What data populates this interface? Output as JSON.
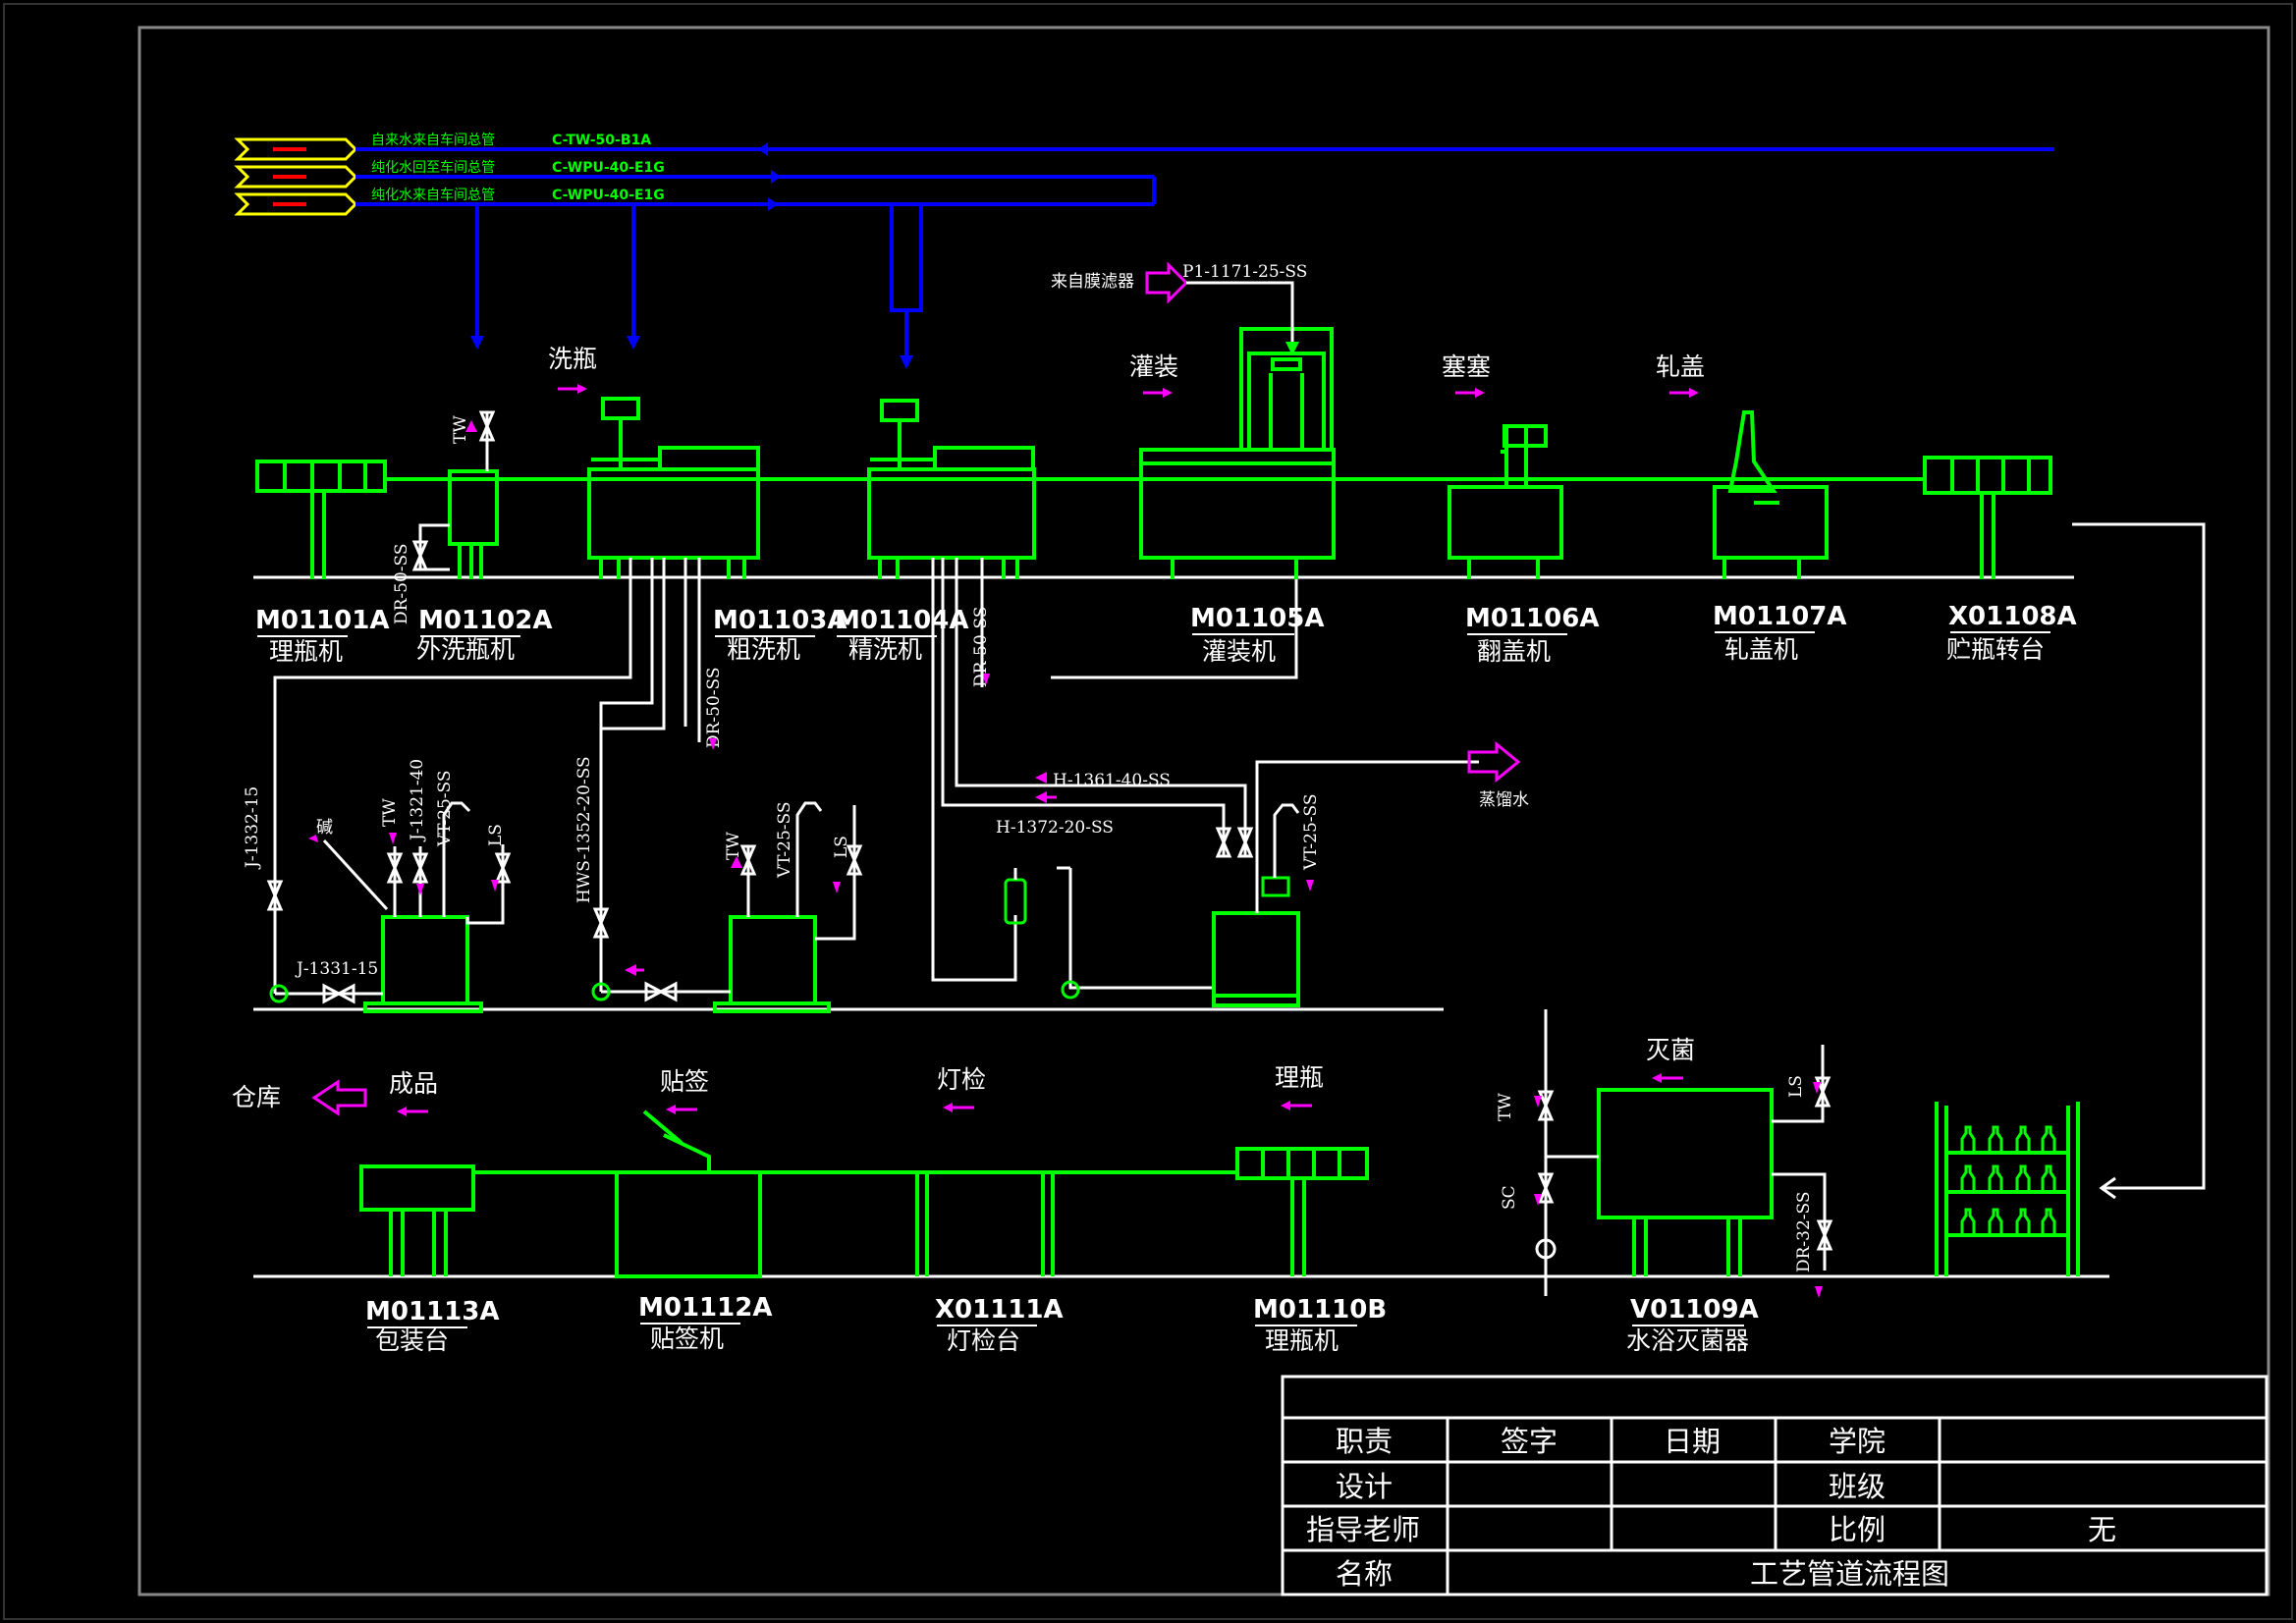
{
  "legend": {
    "lines": [
      {
        "desc": "自来水来自车间总管",
        "code": "C-TW-50-B1A"
      },
      {
        "desc": "纯化水回至车间总管",
        "code": "C-WPU-40-E1G"
      },
      {
        "desc": "纯化水来自车间总管",
        "code": "C-WPU-40-E1G"
      }
    ]
  },
  "process_labels": {
    "wash": "洗瓶",
    "fill": "灌装",
    "stopper": "塞塞",
    "cap": "轧盖",
    "sterilize": "灭菌",
    "product": "成品",
    "label": "贴签",
    "inspect": "灯检",
    "arrange": "理瓶",
    "warehouse": "仓库"
  },
  "sources": {
    "membrane": "来自膜滤器",
    "membrane_line": "P1-1171-25-SS",
    "distilled": "蒸馏水",
    "alkali": "碱"
  },
  "equipment_top": [
    {
      "code": "M01101A",
      "name": "理瓶机"
    },
    {
      "code": "M01102A",
      "name": "外洗瓶机"
    },
    {
      "code": "M01103A",
      "name": "粗洗机"
    },
    {
      "code": "M01104A",
      "name": "精洗机"
    },
    {
      "code": "M01105A",
      "name": "灌装机"
    },
    {
      "code": "M01106A",
      "name": "翻盖机"
    },
    {
      "code": "M01107A",
      "name": "轧盖机"
    },
    {
      "code": "X01108A",
      "name": "贮瓶转台"
    }
  ],
  "equipment_bottom": [
    {
      "code": "M01113A",
      "name": "包装台"
    },
    {
      "code": "M01112A",
      "name": "贴签机"
    },
    {
      "code": "X01111A",
      "name": "灯检台"
    },
    {
      "code": "M01110B",
      "name": "理瓶机"
    },
    {
      "code": "V01109A",
      "name": "水浴灭菌器"
    }
  ],
  "pipe_tags": {
    "tw1": "TW",
    "dr1": "DR-50-SS",
    "dr2": "DR-50-SS",
    "dr3": "DR-50-SS",
    "j1332": "J-1332-15",
    "j1331": "J-1331-15",
    "tw2": "TW",
    "j1321": "J-1321-40",
    "vt1": "VT-25-SS",
    "ls1": "LS",
    "hws": "HWS-1352-20-SS",
    "tw3": "TW",
    "vt2": "VT-25-SS",
    "ls2": "LS",
    "h1361": "H-1361-40-SS",
    "h1372": "H-1372-20-SS",
    "vt3": "VT-25-SS",
    "tw4": "TW",
    "sc": "SC",
    "ls3": "LS",
    "dr32": "DR-32-SS"
  },
  "title_block": {
    "role": "职责",
    "sign": "签字",
    "date": "日期",
    "school": "学院",
    "design": "设计",
    "class": "班级",
    "advisor": "指导老师",
    "scale": "比例",
    "scale_value": "无",
    "name": "名称",
    "drawing_name": "工艺管道流程图"
  }
}
